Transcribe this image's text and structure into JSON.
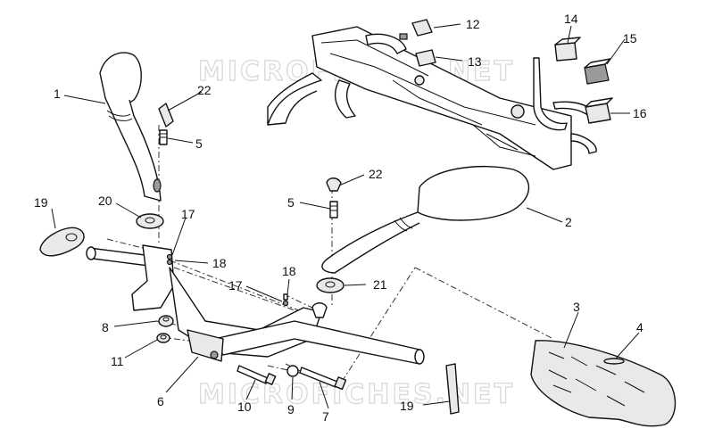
{
  "watermark": "MICROFICHES.NET",
  "callouts": [
    {
      "id": "1",
      "text": "1"
    },
    {
      "id": "2",
      "text": "2"
    },
    {
      "id": "3",
      "text": "3"
    },
    {
      "id": "4",
      "text": "4"
    },
    {
      "id": "5a",
      "text": "5"
    },
    {
      "id": "5b",
      "text": "5"
    },
    {
      "id": "6",
      "text": "6"
    },
    {
      "id": "7",
      "text": "7"
    },
    {
      "id": "8",
      "text": "8"
    },
    {
      "id": "9",
      "text": "9"
    },
    {
      "id": "10",
      "text": "10"
    },
    {
      "id": "11",
      "text": "11"
    },
    {
      "id": "12",
      "text": "12"
    },
    {
      "id": "13",
      "text": "13"
    },
    {
      "id": "14",
      "text": "14"
    },
    {
      "id": "15",
      "text": "15"
    },
    {
      "id": "16",
      "text": "16"
    },
    {
      "id": "17a",
      "text": "17"
    },
    {
      "id": "17b",
      "text": "17"
    },
    {
      "id": "18a",
      "text": "18"
    },
    {
      "id": "18b",
      "text": "18"
    },
    {
      "id": "19a",
      "text": "19"
    },
    {
      "id": "19b",
      "text": "19"
    },
    {
      "id": "20",
      "text": "20"
    },
    {
      "id": "21",
      "text": "21"
    },
    {
      "id": "22a",
      "text": "22"
    },
    {
      "id": "22b",
      "text": "22"
    }
  ]
}
